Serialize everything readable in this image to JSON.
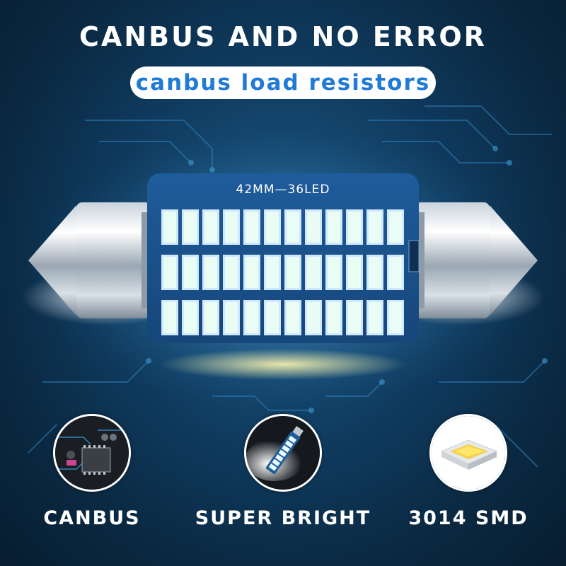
{
  "headline": "CANBUS AND NO ERROR",
  "subheadline": "canbus load resistors",
  "product": {
    "pcb_label": "42MM—36LED",
    "led_rows": 3,
    "led_columns": 12
  },
  "features": [
    {
      "label": "CANBUS",
      "icon": "circuit-chip-icon"
    },
    {
      "label": "SUPER BRIGHT",
      "icon": "bright-bulb-icon"
    },
    {
      "label": "3014 SMD",
      "icon": "smd-chip-icon"
    }
  ],
  "colors": {
    "background": "#0f3a5e",
    "pill_background": "#ffffff",
    "subheadline_text": "#1f7bd6",
    "pcb": "#1b4f8c",
    "led": "#e9fdf4"
  }
}
